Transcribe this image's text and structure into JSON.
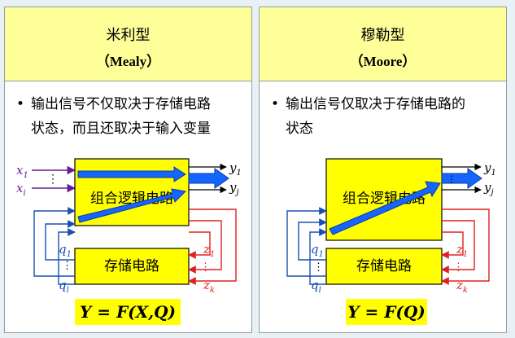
{
  "mealy": {
    "title": "米利型",
    "subtitle": "（Mealy）",
    "desc_line1": "输出信号不仅取决于存储电路",
    "desc_line2": "状态，而且还取决于输入变量",
    "comb_label": "组合逻辑电路",
    "mem_label": "存储电路",
    "inputs": [
      "x",
      "x"
    ],
    "input_subs": [
      "1",
      "i"
    ],
    "outputs": [
      "y",
      "y"
    ],
    "output_subs": [
      "1",
      "j"
    ],
    "q_labels": [
      "q",
      "q"
    ],
    "q_subs": [
      "1",
      "l"
    ],
    "z_labels": [
      "z",
      "z"
    ],
    "z_subs": [
      "1",
      "k"
    ],
    "formula": "Y = F(X,Q)"
  },
  "moore": {
    "title": "穆勒型",
    "subtitle": "（Moore）",
    "desc_line1": "输出信号仅取决于存储电路的",
    "desc_line2": "状态",
    "comb_label": "组合逻辑电路",
    "mem_label": "存储电路",
    "outputs": [
      "y",
      "y"
    ],
    "output_subs": [
      "1",
      "j"
    ],
    "q_labels": [
      "q",
      "q"
    ],
    "q_subs": [
      "1",
      "l"
    ],
    "z_labels": [
      "z",
      "z"
    ],
    "z_subs": [
      "1",
      "k"
    ],
    "formula": "Y = F(Q)"
  },
  "colors": {
    "header_bg": "#ffff99",
    "box_fill": "#ffff00",
    "arrow_blue": "#1565ff",
    "input_purple": "#6a1b9a",
    "feedback_blue": "#1a4fb0",
    "feedback_red": "#e02020"
  }
}
